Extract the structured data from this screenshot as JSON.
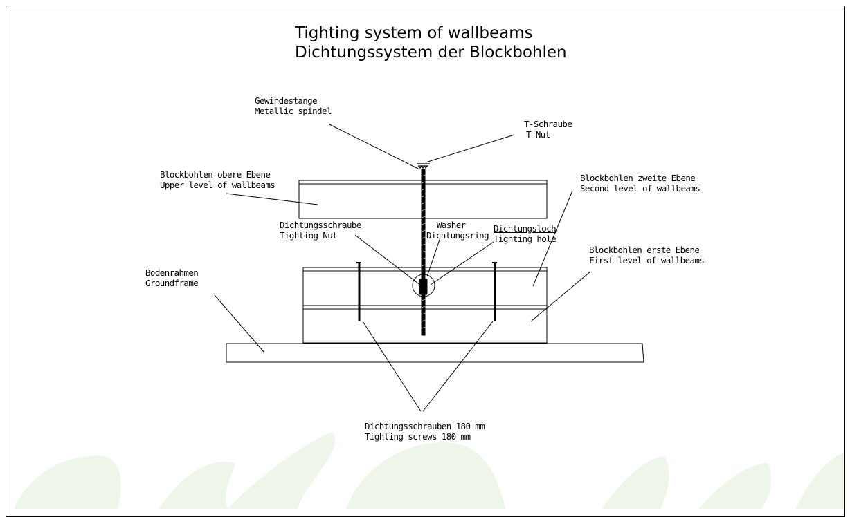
{
  "title": {
    "line1": "Tighting system of wallbeams",
    "line2": "Dichtungssystem der Blockbohlen"
  },
  "labels": {
    "spindle": {
      "de": "Gewindestange",
      "en": "Metallic spindel"
    },
    "tnut": {
      "de": "T-Schraube",
      "en": "T-Nut"
    },
    "upper_level": {
      "de": "Blockbohlen obere Ebene",
      "en": "Upper level of wallbeams"
    },
    "second_level": {
      "de": "Blockbohlen zweite Ebene",
      "en": "Second level of wallbeams"
    },
    "tighting_nut": {
      "de": "Dichtungsschraube",
      "en": "Tighting Nut"
    },
    "washer": {
      "en": "Washer",
      "de": "Dichtungsring"
    },
    "tighting_hole": {
      "de": "Dichtungsloch",
      "en": "Tighting hole"
    },
    "first_level": {
      "de": "Blockbohlen erste Ebene",
      "en": "First level of wallbeams"
    },
    "groundframe": {
      "de": "Bodenrahmen",
      "en": "Groundframe"
    },
    "screws": {
      "de": "Dichtungsschrauben 180 mm",
      "en": "Tighting screws 180 mm"
    }
  },
  "colors": {
    "line": "#000000",
    "watermark": "#eef6ea"
  }
}
